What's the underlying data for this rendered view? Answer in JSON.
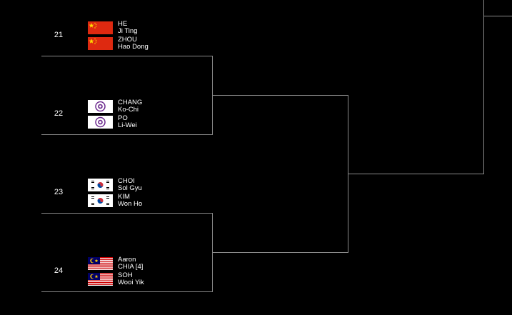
{
  "matches": [
    {
      "seed": "21",
      "players": [
        {
          "first": "HE",
          "last": "Ji Ting",
          "flag": "china-flag"
        },
        {
          "first": "ZHOU",
          "last": "Hao Dong",
          "flag": "china-flag"
        }
      ]
    },
    {
      "seed": "22",
      "players": [
        {
          "first": "CHANG",
          "last": "Ko-Chi",
          "flag": "chinese-taipei-flag"
        },
        {
          "first": "PO",
          "last": "Li-Wei",
          "flag": "chinese-taipei-flag"
        }
      ]
    },
    {
      "seed": "23",
      "players": [
        {
          "first": "CHOI",
          "last": "Sol Gyu",
          "flag": "korea-flag"
        },
        {
          "first": "KIM",
          "last": "Won Ho",
          "flag": "korea-flag"
        }
      ]
    },
    {
      "seed": "24",
      "players": [
        {
          "first": "Aaron",
          "last": "CHIA [4]",
          "flag": "malaysia-flag"
        },
        {
          "first": "SOH",
          "last": "Wooi Yik",
          "flag": "malaysia-flag"
        }
      ]
    }
  ],
  "colors": {
    "background": "#000000",
    "bracket_line": "#8a8a8a",
    "text": "#ffffff"
  }
}
